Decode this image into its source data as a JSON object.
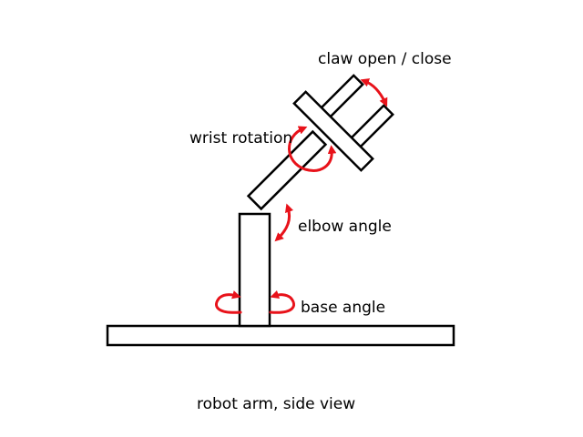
{
  "diagram": {
    "caption": "robot arm, side view",
    "labels": {
      "claw": "claw open / close",
      "wrist": "wrist rotation",
      "elbow": "elbow angle",
      "base": "base angle"
    },
    "colors": {
      "outline": "#000000",
      "arrow": "#e8121a",
      "background": "#ffffff"
    }
  }
}
